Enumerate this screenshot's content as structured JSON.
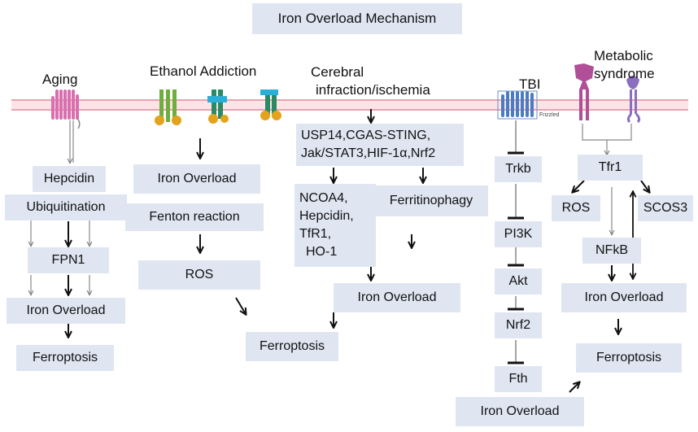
{
  "title": "Iron Overload Mechanism",
  "aging": {
    "label": "Aging",
    "hepcidin": "Hepcidin",
    "ubiquitination": "Ubiquitination",
    "fpn1": "FPN1",
    "iron_overload": "Iron Overload",
    "ferroptosis": "Ferroptosis"
  },
  "ethanol": {
    "label": "Ethanol Addiction",
    "iron_overload": "Iron Overload",
    "fenton": "Fenton reaction",
    "ros": "ROS",
    "ferroptosis": "Ferroptosis"
  },
  "cerebral": {
    "label_line1": "Cerebral",
    "label_line2": "infraction/ischemia",
    "pathways_line1": "USP14,CGAS-STING,",
    "pathways_line2": "Jak/STAT3,HIF-1α,Nrf2",
    "targets_line1": "NCOA4,",
    "targets_line2": "Hepcidin,",
    "targets_line3": "TfR1,",
    "targets_line4": "HO-1",
    "ferritinophagy": "Ferritinophagy",
    "iron_overload": "Iron Overload"
  },
  "tbi": {
    "label": "TBI",
    "frizzled": "Frizzled",
    "trkb": "Trkb",
    "pi3k": "PI3K",
    "akt": "Akt",
    "nrf2": "Nrf2",
    "fth": "Fth",
    "iron_overload": "Iron Overload"
  },
  "metabolic": {
    "label_line1": "Metabolic",
    "label_line2": "syndrome",
    "tfr1": "Tfr1",
    "ros": "ROS",
    "scos3": "SCOS3",
    "nfkb": "NFkB",
    "iron_overload": "Iron Overload",
    "ferroptosis": "Ferroptosis"
  }
}
